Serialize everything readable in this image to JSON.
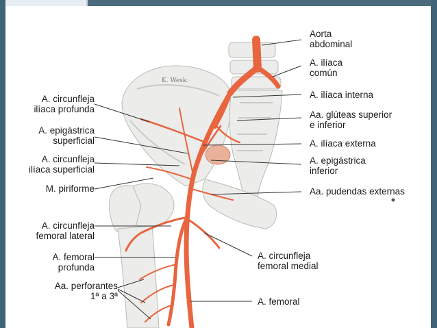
{
  "labels_left": [
    {
      "id": "circ-iliaca-profunda",
      "lines": [
        "A. circunfleja",
        "ilíaca profunda"
      ]
    },
    {
      "id": "epigastrica-superficial",
      "lines": [
        "A. epigástrica",
        "superficial"
      ]
    },
    {
      "id": "circ-iliaca-superficial",
      "lines": [
        "A. circunfleja",
        "ilíaca superficial"
      ]
    },
    {
      "id": "piriforme",
      "lines": [
        "M. piriforme"
      ]
    },
    {
      "id": "circ-femoral-lateral",
      "lines": [
        "A. circunfleja",
        "femoral lateral"
      ]
    },
    {
      "id": "femoral-profunda",
      "lines": [
        "A. femoral",
        "profunda"
      ]
    },
    {
      "id": "perforantes",
      "lines": [
        "Aa. perforantes",
        "1ª a 3ª"
      ]
    }
  ],
  "labels_right": [
    {
      "id": "aorta",
      "lines": [
        "Aorta",
        "abdominal"
      ]
    },
    {
      "id": "iliaca-comun",
      "lines": [
        "A. ilíaca",
        "común"
      ]
    },
    {
      "id": "iliaca-interna",
      "lines": [
        "A. ilíaca interna"
      ]
    },
    {
      "id": "gluteas",
      "lines": [
        "Aa. glúteas superior",
        "e inferior"
      ]
    },
    {
      "id": "iliaca-externa",
      "lines": [
        "A. ilíaca externa"
      ]
    },
    {
      "id": "epigastrica-inferior",
      "lines": [
        "A. epigástrica",
        "inferior"
      ]
    },
    {
      "id": "pudendas",
      "lines": [
        "Aa. pudendas externas"
      ]
    },
    {
      "id": "circ-femoral-medial",
      "lines": [
        "A. circunfleja",
        "femoral medial"
      ]
    },
    {
      "id": "femoral",
      "lines": [
        "A. femoral"
      ]
    }
  ],
  "colors": {
    "artery": "#e8653f",
    "bone": "#ececea",
    "bone_shadow": "#c9c9c6",
    "leader": "#333333",
    "frame": "#3f6478"
  }
}
